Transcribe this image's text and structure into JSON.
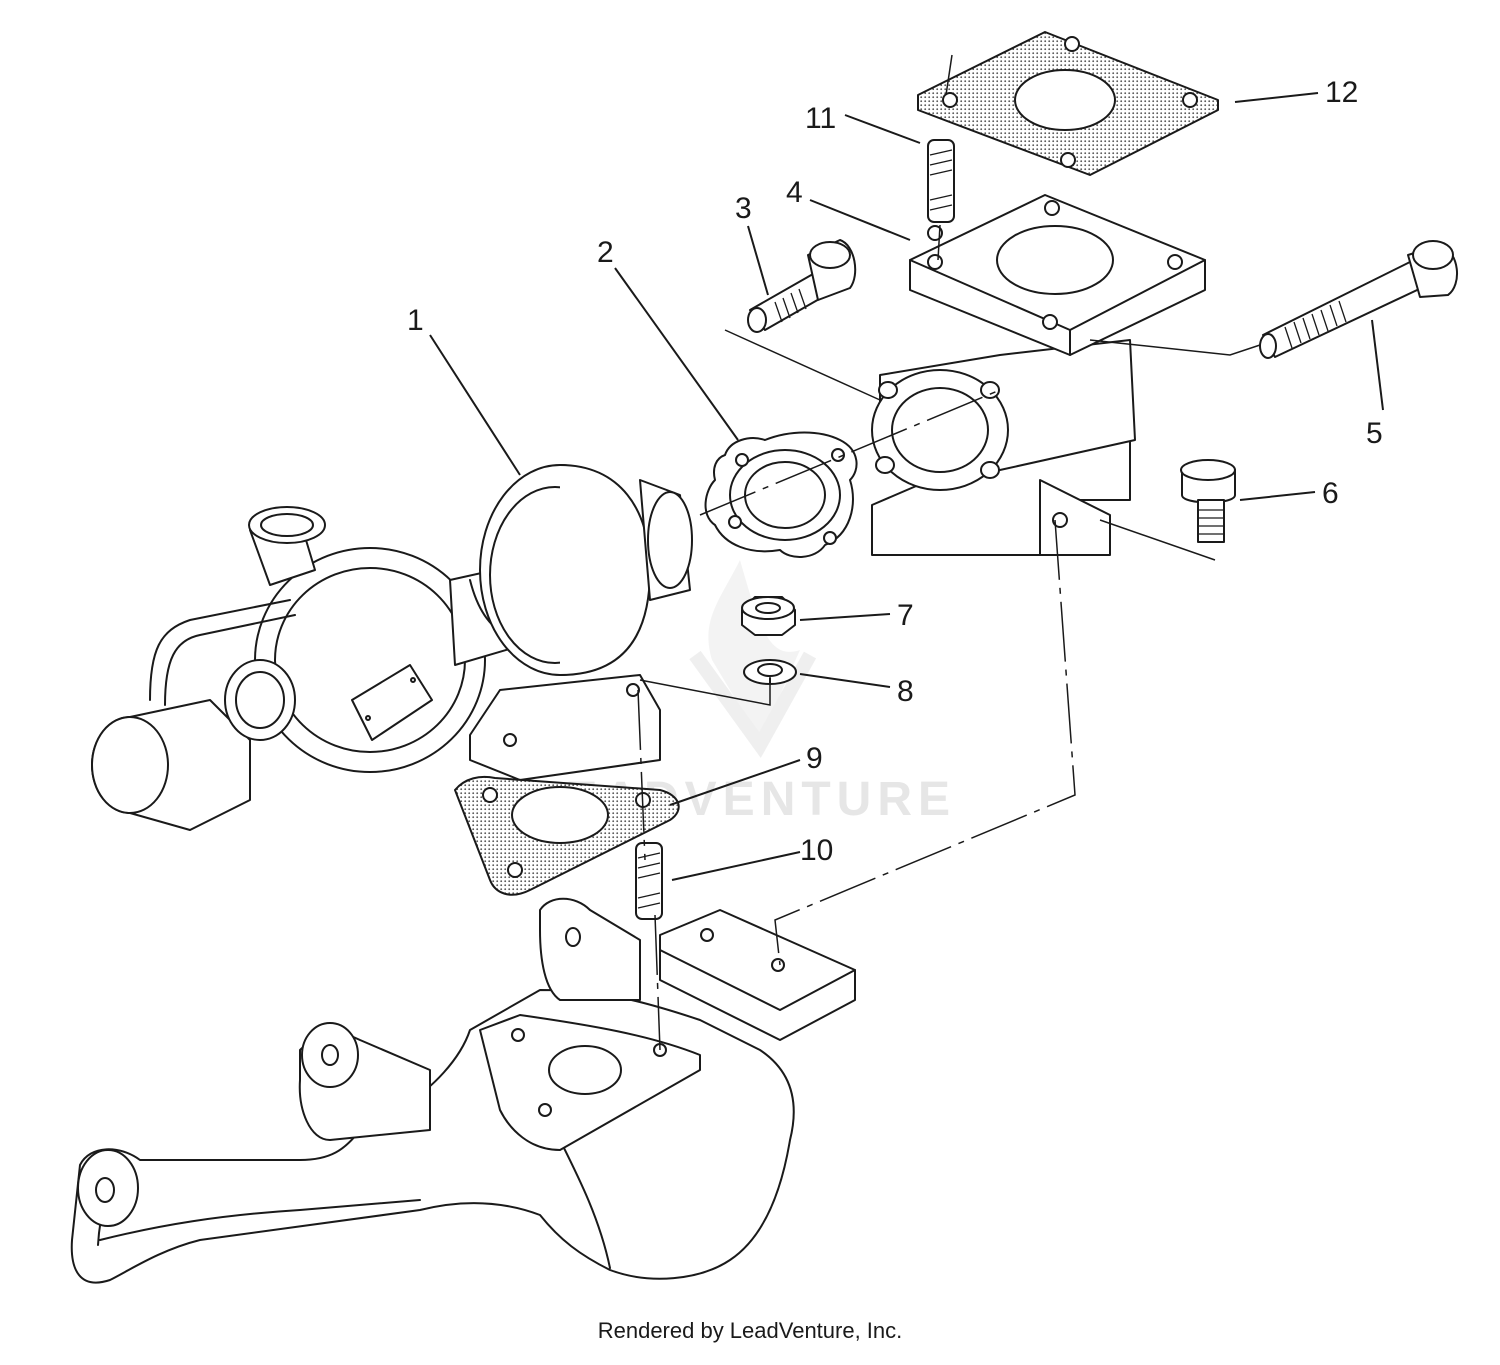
{
  "diagram": {
    "callouts": [
      "1",
      "2",
      "3",
      "4",
      "5",
      "6",
      "7",
      "8",
      "9",
      "10",
      "11",
      "12"
    ],
    "watermark": "LEADVENTURE"
  },
  "footer": {
    "credit": "Rendered by LeadVenture, Inc."
  }
}
